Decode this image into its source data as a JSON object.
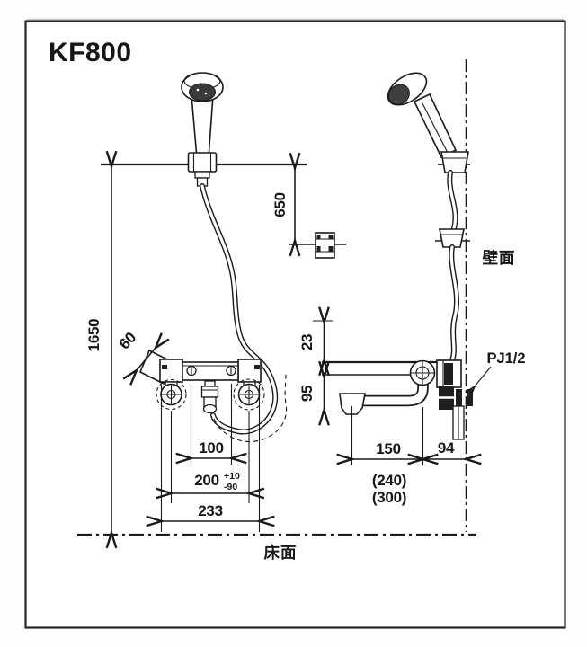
{
  "title": "KF800",
  "labels": {
    "wall_surface": "壁面",
    "floor_surface": "床面"
  },
  "front_view": {
    "dims": {
      "rail_height": "1650",
      "hook_drop": "650",
      "bracket_slot": "60",
      "supply_pitch": "100",
      "center_pitch": "200",
      "tol_plus": "+10",
      "tol_minus": "-90",
      "overall_width": "233"
    }
  },
  "side_view": {
    "connection_label": "PJ1/2",
    "dims": {
      "top_offset": "23",
      "spout_drop": "95",
      "spout_length": "150",
      "alt_length_1": "(240)",
      "alt_length_2": "(300)",
      "wall_offset": "94"
    }
  }
}
